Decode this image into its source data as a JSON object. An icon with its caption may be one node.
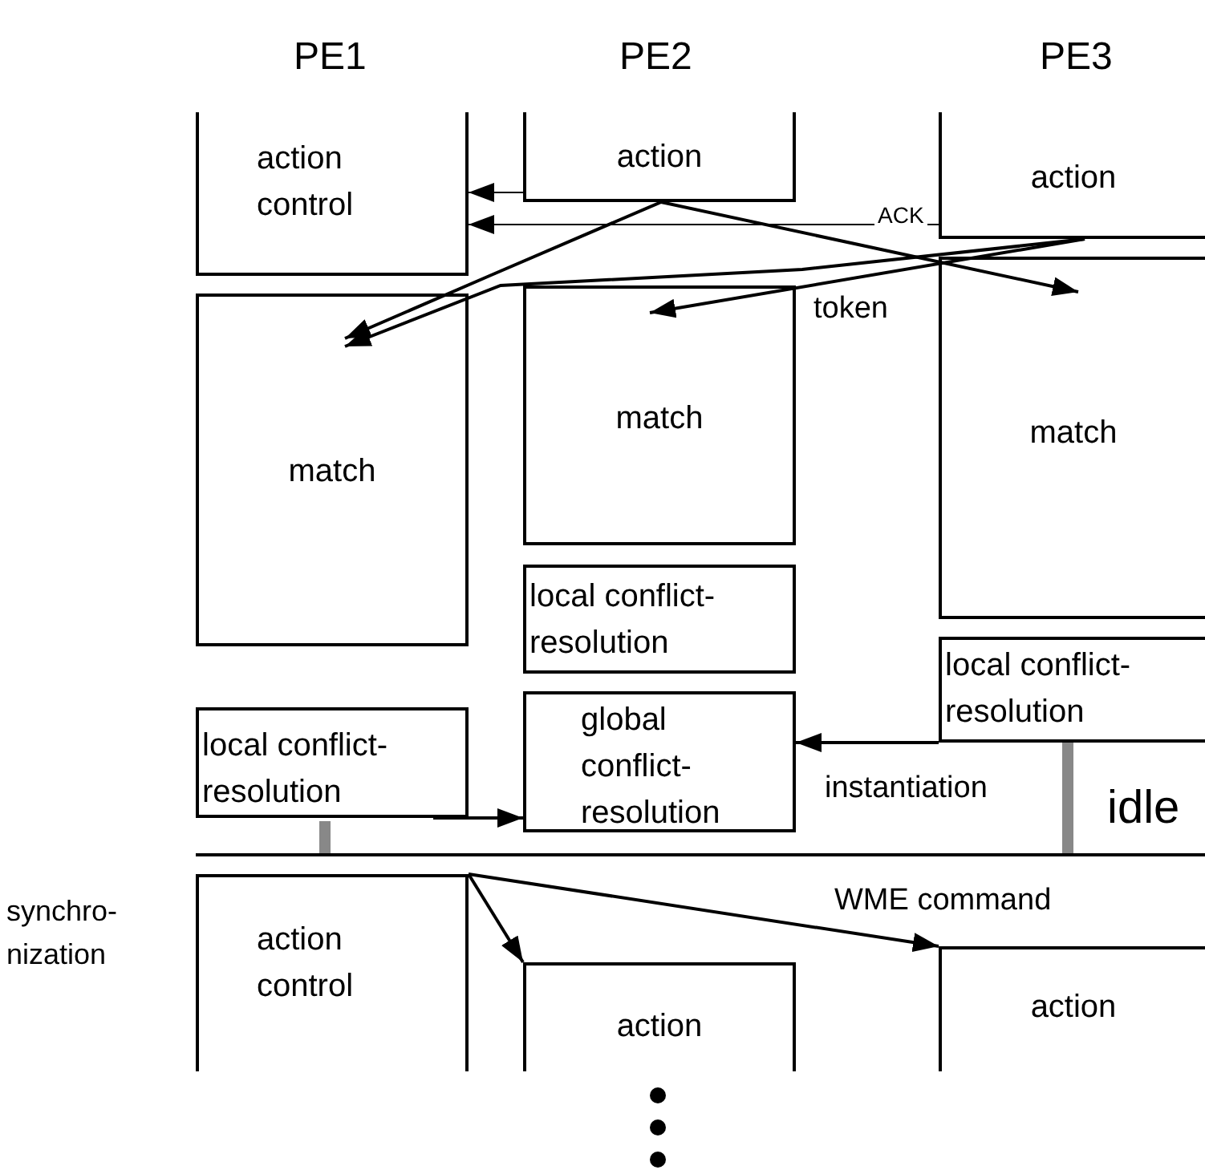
{
  "diagram": {
    "nodes": [
      {
        "text": [
          "action control"
        ]
      },
      {
        "text": [
          "match"
        ]
      },
      {
        "text": [
          "local conflict- resolution"
        ]
      },
      {
        "text": [
          "action control"
        ]
      },
      {
        "text": [
          "action"
        ]
      },
      {
        "text": [
          "match"
        ]
      },
      {
        "text": [
          "local conflict- resolution"
        ]
      },
      {
        "text": [
          "global conflict- resolution"
        ]
      },
      {
        "text": [
          "action"
        ]
      },
      {
        "text": [
          "action"
        ]
      },
      {
        "text": [
          "match"
        ]
      },
      {
        "text": [
          "local conflict- resolution"
        ]
      },
      {
        "text": [
          "action"
        ]
      }
    ],
    "edges": [
      {
        "from": 4,
        "to": 0,
        "arrow": "to"
      },
      {
        "from": 9,
        "to": 0,
        "arrow": "to",
        "label": "ACK"
      },
      {
        "from": 4,
        "to": 1,
        "arrow": "to"
      },
      {
        "from": 4,
        "to": 10,
        "arrow": "to"
      },
      {
        "from": 9,
        "to": 5,
        "arrow": "to",
        "label": "token"
      },
      {
        "from": 9,
        "to": 1,
        "arrow": "to"
      },
      {
        "from": 2,
        "to": 7,
        "arrow": "to"
      },
      {
        "from": 11,
        "to": 7,
        "arrow": "to",
        "label": "instantiation"
      },
      {
        "from": 3,
        "to": 8,
        "arrow": "to"
      },
      {
        "from": 3,
        "to": 12,
        "arrow": "to",
        "label": "WME command"
      }
    ],
    "labels": [
      "PE1",
      "PE2",
      "PE3",
      "synchro- nization",
      "idle"
    ]
  }
}
